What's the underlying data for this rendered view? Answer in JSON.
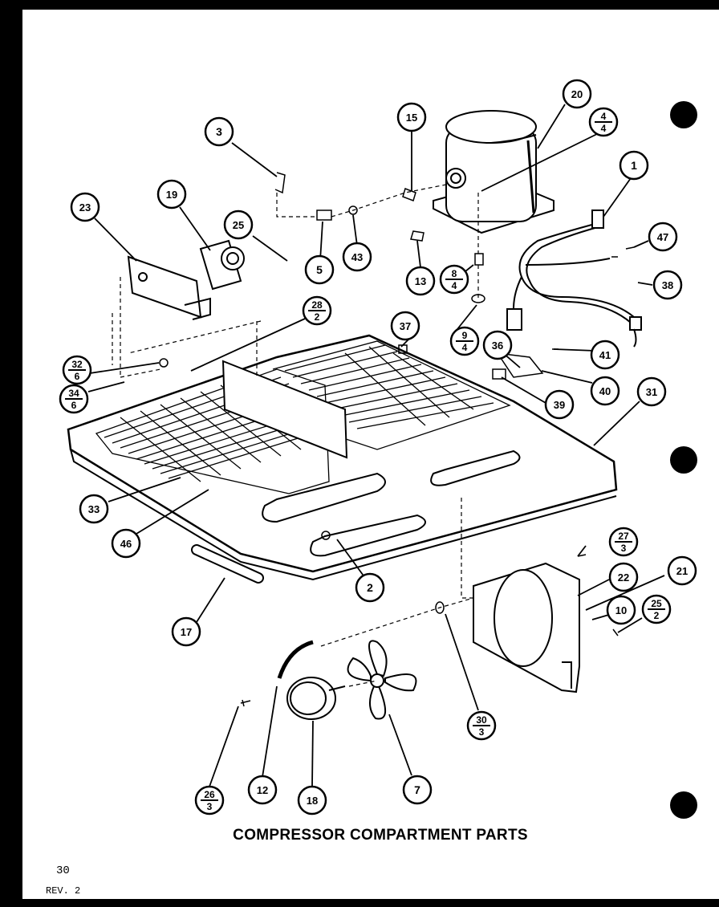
{
  "diagram": {
    "title": "COMPRESSOR COMPARTMENT PARTS",
    "page_number": "30",
    "revision": "REV. 2"
  },
  "callouts": [
    {
      "id": "c1",
      "label": "1"
    },
    {
      "id": "c2",
      "label": "2"
    },
    {
      "id": "c3",
      "label": "3"
    },
    {
      "id": "c4",
      "num": "4",
      "den": "4"
    },
    {
      "id": "c5",
      "label": "5"
    },
    {
      "id": "c7",
      "label": "7"
    },
    {
      "id": "c8",
      "num": "8",
      "den": "4"
    },
    {
      "id": "c9",
      "num": "9",
      "den": "4"
    },
    {
      "id": "c10",
      "label": "10"
    },
    {
      "id": "c12",
      "label": "12"
    },
    {
      "id": "c13",
      "label": "13"
    },
    {
      "id": "c15",
      "label": "15"
    },
    {
      "id": "c17",
      "label": "17"
    },
    {
      "id": "c18",
      "label": "18"
    },
    {
      "id": "c19",
      "label": "19"
    },
    {
      "id": "c20",
      "label": "20"
    },
    {
      "id": "c21",
      "label": "21"
    },
    {
      "id": "c22",
      "label": "22"
    },
    {
      "id": "c23",
      "label": "23"
    },
    {
      "id": "c25",
      "label": "25"
    },
    {
      "id": "c25b",
      "num": "25",
      "den": "2"
    },
    {
      "id": "c26",
      "num": "26",
      "den": "3"
    },
    {
      "id": "c27",
      "num": "27",
      "den": "3"
    },
    {
      "id": "c28",
      "num": "28",
      "den": "2"
    },
    {
      "id": "c30",
      "num": "30",
      "den": "3"
    },
    {
      "id": "c31",
      "label": "31"
    },
    {
      "id": "c32",
      "num": "32",
      "den": "6"
    },
    {
      "id": "c33",
      "label": "33"
    },
    {
      "id": "c34",
      "num": "34",
      "den": "6"
    },
    {
      "id": "c36",
      "label": "36"
    },
    {
      "id": "c37",
      "label": "37"
    },
    {
      "id": "c38",
      "label": "38"
    },
    {
      "id": "c39",
      "label": "39"
    },
    {
      "id": "c40",
      "label": "40"
    },
    {
      "id": "c41",
      "label": "41"
    },
    {
      "id": "c43",
      "label": "43"
    },
    {
      "id": "c46",
      "label": "46"
    },
    {
      "id": "c47",
      "label": "47"
    }
  ]
}
